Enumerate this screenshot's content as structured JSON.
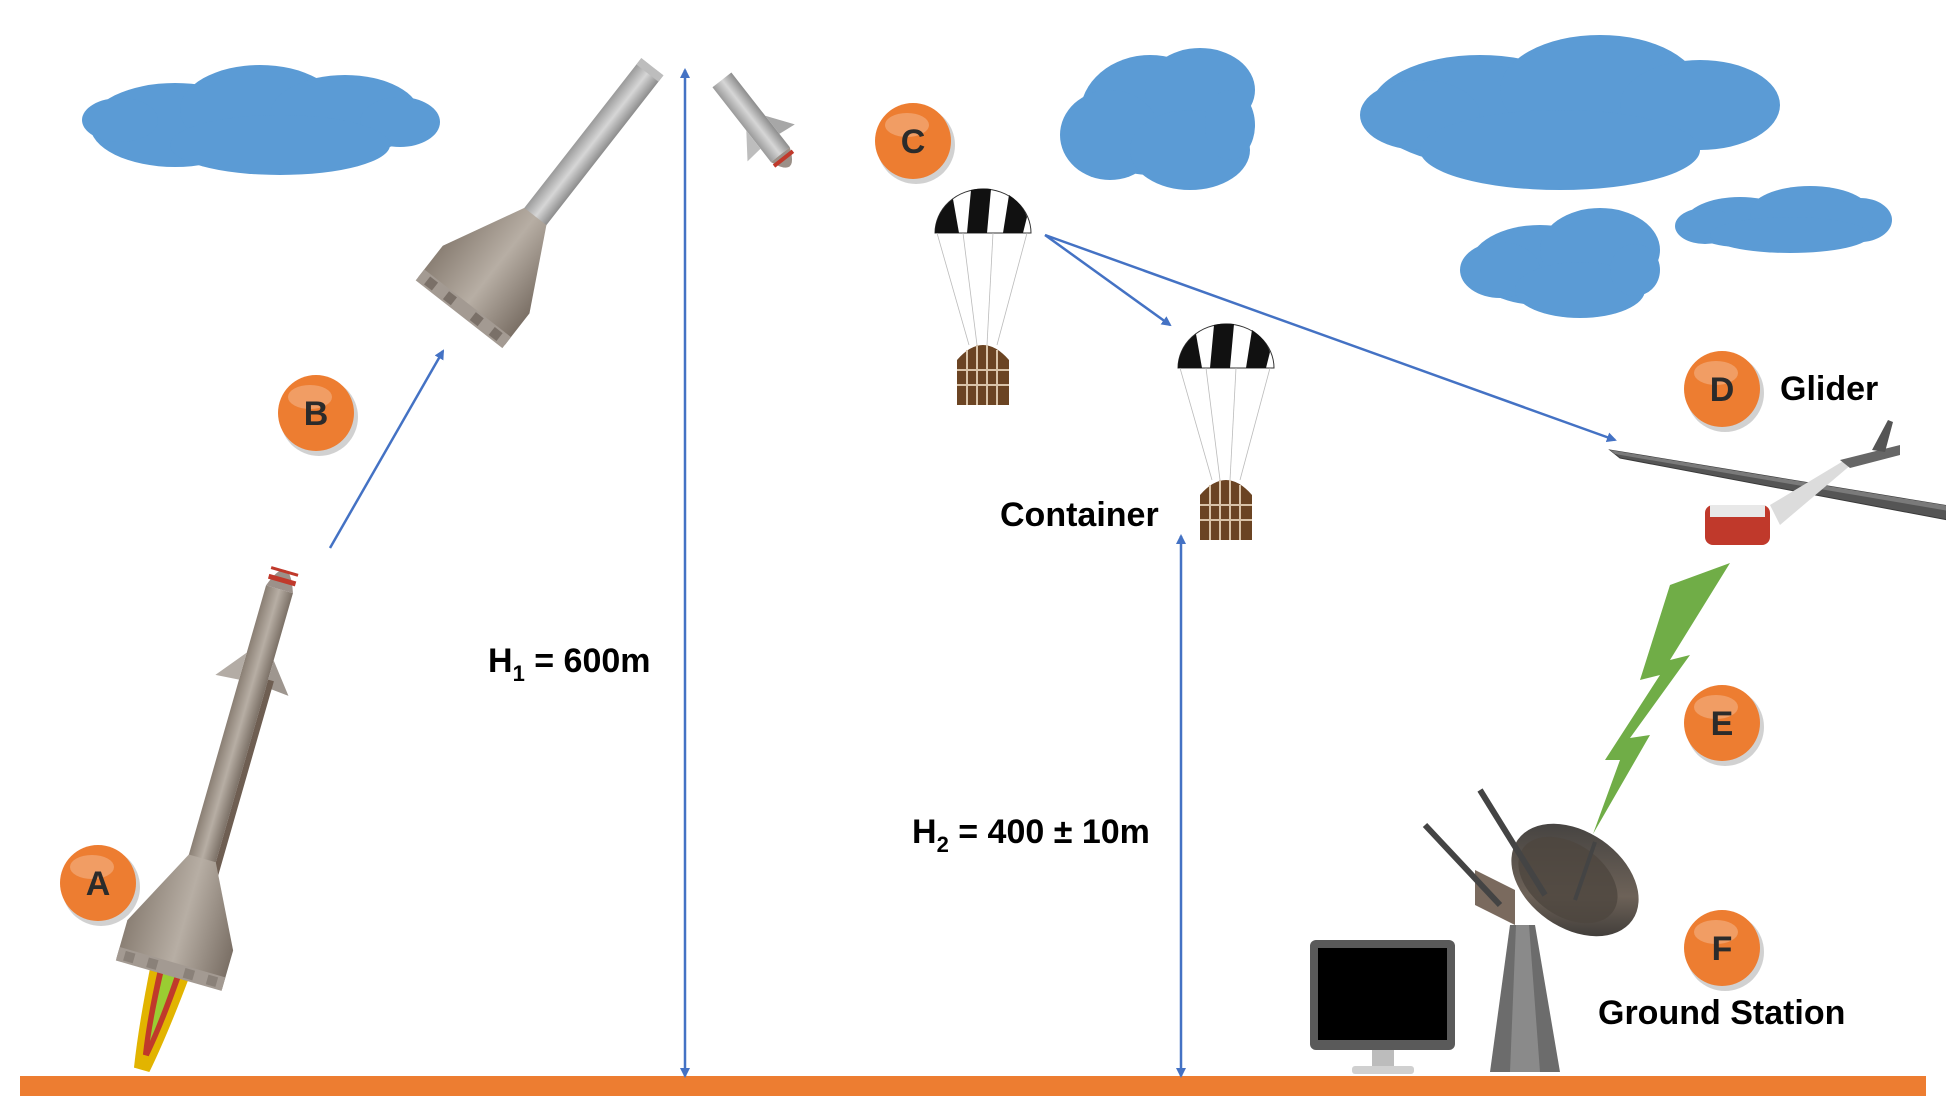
{
  "colors": {
    "ground": "#ED7D31",
    "badge": "#ED7D31",
    "cloud": "#5B9BD5",
    "cloud_edge": "#4A86C2",
    "arrow": "#4472C4",
    "signal": "#70AD47"
  },
  "stages": [
    {
      "key": "A",
      "letter": "A",
      "meaning": "launch"
    },
    {
      "key": "B",
      "letter": "B",
      "meaning": "ascent"
    },
    {
      "key": "C",
      "letter": "C",
      "meaning": "separation and parachute deployment"
    },
    {
      "key": "D",
      "letter": "D",
      "meaning": "glider release"
    },
    {
      "key": "E",
      "letter": "E",
      "meaning": "telemetry downlink"
    },
    {
      "key": "F",
      "letter": "F",
      "meaning": "ground reception"
    }
  ],
  "labels": {
    "glider": "Glider",
    "container": "Container",
    "ground_station": "Ground Station"
  },
  "heights": {
    "h1": {
      "symbol": "H",
      "sub": "1",
      "text": " = 600m",
      "value_m": 600
    },
    "h2": {
      "symbol": "H",
      "sub": "2",
      "text": " = 400 ± 10m",
      "value_m": 400,
      "tolerance_m": 10
    }
  },
  "icons": [
    "rocket-icon",
    "rocket-upper-stage-icon",
    "rocket-nose-icon",
    "parachute-icon",
    "container-payload-icon",
    "glider-plane-icon",
    "lightning-signal-icon",
    "satellite-dish-icon",
    "monitor-icon",
    "cloud-icon"
  ]
}
